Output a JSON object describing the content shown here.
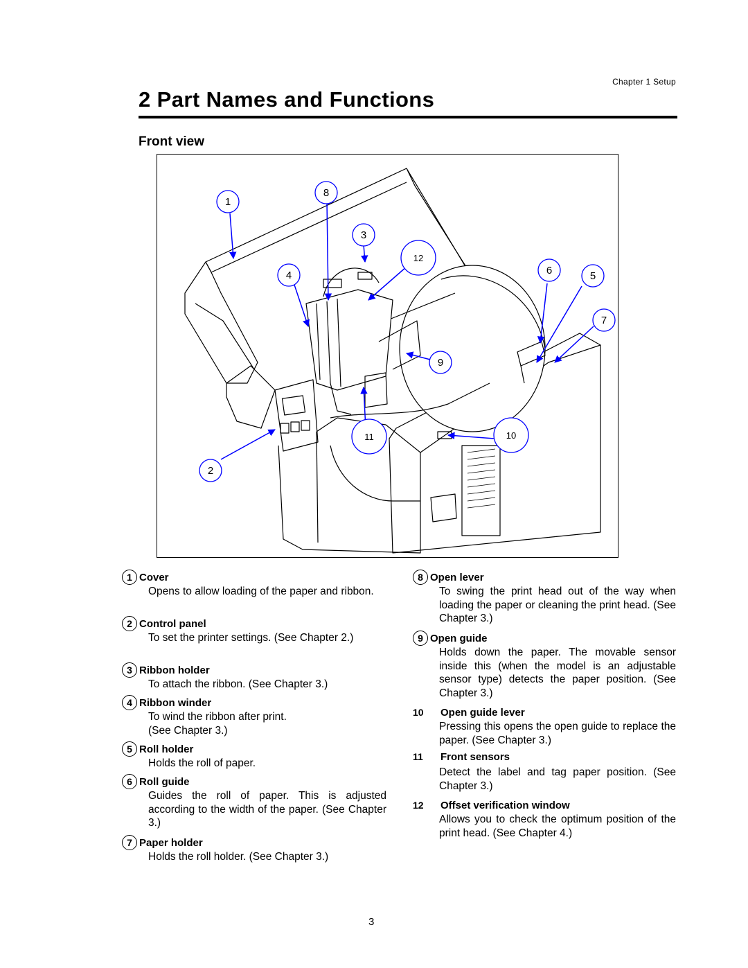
{
  "header": {
    "chapter": "Chapter  1  Setup"
  },
  "title": "2   Part Names and Functions",
  "section_title": "Front view",
  "figure": {
    "callouts": [
      "1",
      "2",
      "3",
      "4",
      "5",
      "6",
      "7",
      "8",
      "9",
      "10",
      "11",
      "12"
    ],
    "colors": {
      "arrow": "#0000ff",
      "line": "#000000"
    }
  },
  "parts_left": [
    {
      "num": "1",
      "name": "Cover",
      "desc": "Opens to allow loading of the paper and ribbon."
    },
    {
      "num": "2",
      "name": "Control panel",
      "desc": "To set the printer settings. (See Chapter 2.)"
    },
    {
      "num": "3",
      "name": "Ribbon holder",
      "desc": "To attach the ribbon. (See Chapter 3.)"
    },
    {
      "num": "4",
      "name": "Ribbon winder",
      "desc": "To wind the ribbon after print.",
      "desc2": "(See Chapter 3.)"
    },
    {
      "num": "5",
      "name": "Roll holder",
      "desc": "Holds the roll of paper."
    },
    {
      "num": "6",
      "name": "Roll guide",
      "desc": "Guides the roll of paper. This is adjusted according to the width of the paper. (See Chapter 3.)"
    },
    {
      "num": "7",
      "name": "Paper holder",
      "desc": "Holds the roll holder. (See Chapter 3.)"
    }
  ],
  "parts_right": [
    {
      "num": "8",
      "name": "Open lever",
      "desc": "To swing the print head out of the way when loading the paper or cleaning the print head. (See Chapter 3.)"
    },
    {
      "num": "9",
      "name": "Open guide",
      "desc": "Holds down the paper. The movable sensor inside this (when the model is an adjustable sensor type) detects the paper position. (See Chapter 3.)"
    },
    {
      "num": "10",
      "name": "Open guide lever",
      "desc": "Pressing this opens the open guide to replace the paper. (See Chapter 3.)"
    },
    {
      "num": "11",
      "name": "Front sensors",
      "desc": "Detect the label and tag paper position. (See Chapter 3.)"
    },
    {
      "num": "12",
      "name": "Offset verification window",
      "desc": "Allows you to check the optimum position of the print head. (See Chapter 4.)"
    }
  ],
  "page_number": "3"
}
